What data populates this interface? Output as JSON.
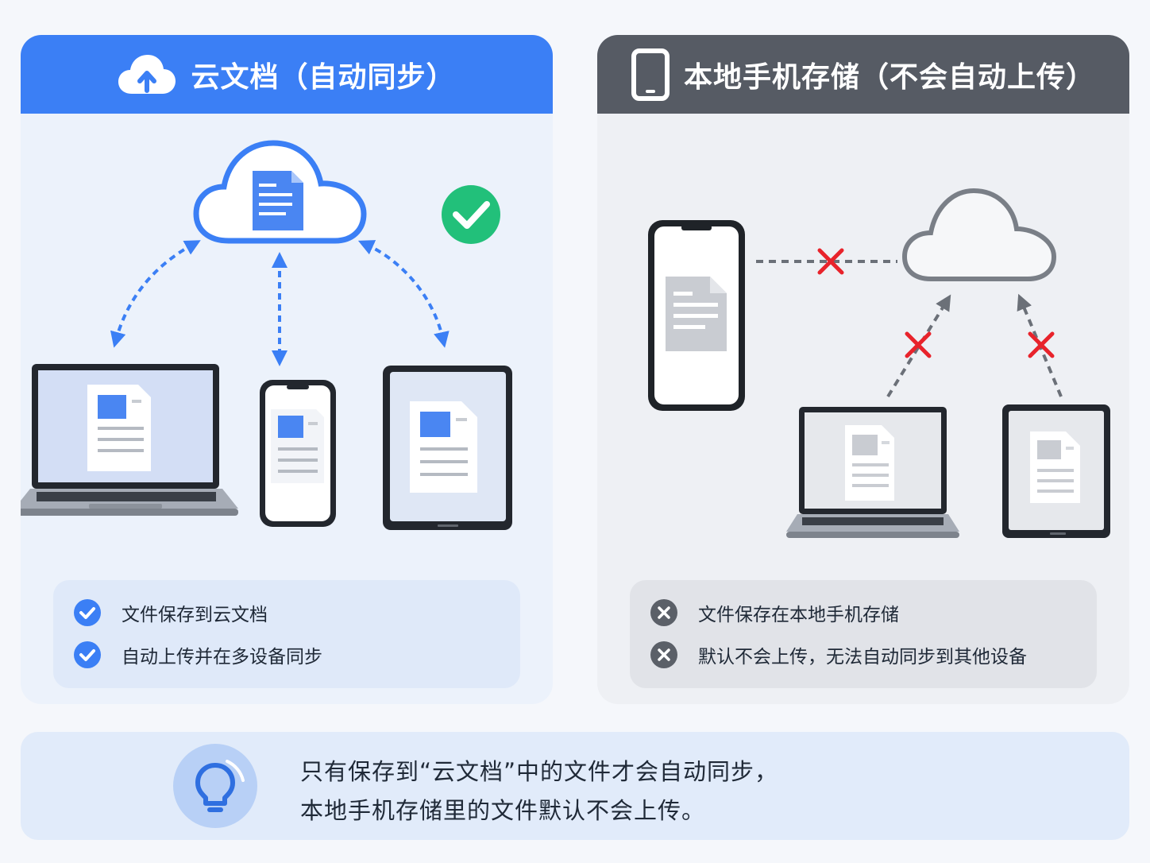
{
  "left_panel": {
    "title": "云文档（自动同步）",
    "items": [
      "文件保存到云文档",
      "自动上传并在多设备同步"
    ],
    "accent": "#3b7ff5",
    "check_color": "#22c07a",
    "header_icon": "cloud-upload-icon"
  },
  "right_panel": {
    "title": "本地手机存储（不会自动上传）",
    "items": [
      "文件保存在本地手机存储",
      "默认不会上传，无法自动同步到其他设备"
    ],
    "accent": "#565b64",
    "cross_color": "#e8232b",
    "header_icon": "smartphone-icon"
  },
  "footer": {
    "line1": "只有保存到“云文档”中的文件才会自动同步，",
    "line2": "本地手机存储里的文件默认不会上传。",
    "icon": "lightbulb-icon"
  }
}
